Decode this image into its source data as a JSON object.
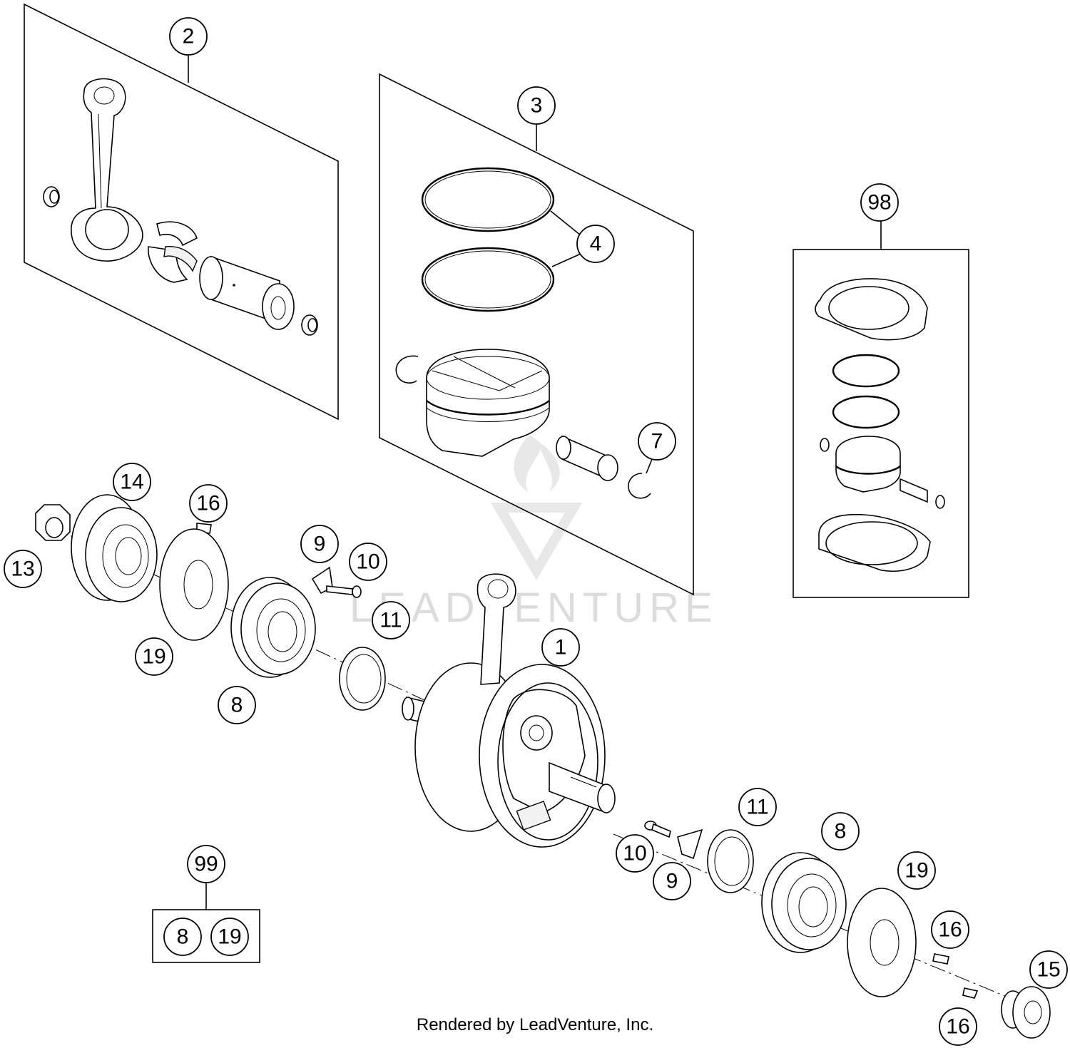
{
  "callouts": [
    {
      "id": "c2",
      "label": "2"
    },
    {
      "id": "c3",
      "label": "3"
    },
    {
      "id": "c4",
      "label": "4"
    },
    {
      "id": "c98",
      "label": "98"
    },
    {
      "id": "c7",
      "label": "7"
    },
    {
      "id": "c14",
      "label": "14"
    },
    {
      "id": "c16a",
      "label": "16"
    },
    {
      "id": "c13",
      "label": "13"
    },
    {
      "id": "c9a",
      "label": "9"
    },
    {
      "id": "c10a",
      "label": "10"
    },
    {
      "id": "c11a",
      "label": "11"
    },
    {
      "id": "c1",
      "label": "1"
    },
    {
      "id": "c19a",
      "label": "19"
    },
    {
      "id": "c8a",
      "label": "8"
    },
    {
      "id": "c11b",
      "label": "11"
    },
    {
      "id": "c8b",
      "label": "8"
    },
    {
      "id": "c10b",
      "label": "10"
    },
    {
      "id": "c9b",
      "label": "9"
    },
    {
      "id": "c19b",
      "label": "19"
    },
    {
      "id": "c16b",
      "label": "16"
    },
    {
      "id": "c15",
      "label": "15"
    },
    {
      "id": "c16c",
      "label": "16"
    },
    {
      "id": "c99",
      "label": "99"
    },
    {
      "id": "c8c",
      "label": "8"
    },
    {
      "id": "c19c",
      "label": "19"
    }
  ],
  "watermark": "LEADVENTURE",
  "footer": "Rendered by LeadVenture, Inc."
}
